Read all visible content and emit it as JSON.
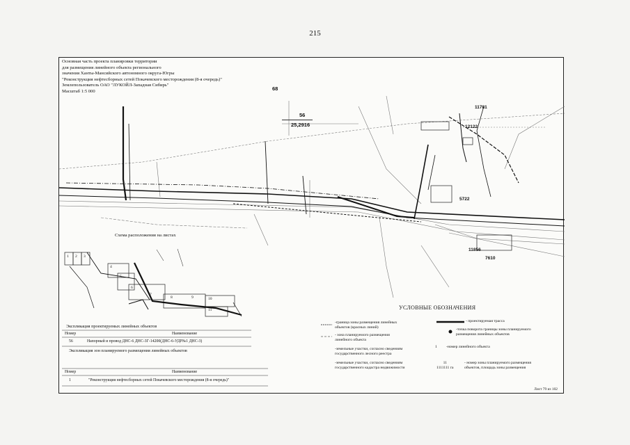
{
  "page_number": "215",
  "header": {
    "lines": [
      "Основная часть проекта планировки территории",
      "для размещения линейного объекта регионального",
      "значения Ханты-Мансийского автономного округа-Югры",
      "\"Реконструкция нефтесборных сетей Покачевского месторождения (8-я очередь)\"",
      "Землепользователь ОАО \"ЛУКОЙЛ-Западная Сибирь\"",
      "Масштаб 1:5 000"
    ]
  },
  "map_labels": {
    "parcel_68": "68",
    "parcel_56": "56",
    "area_56": "25,2916",
    "label_11781": "11781",
    "label_12122": "12122",
    "label_5722": "5722",
    "label_11856": "11856",
    "label_7610": "7610",
    "layout_scheme": "Схема расположения на листах",
    "scheme_cells": [
      "1",
      "2",
      "3",
      "4",
      "5",
      "6",
      "7",
      "8",
      "9",
      "10",
      "11"
    ]
  },
  "legend": {
    "title": "УСЛОВНЫЕ ОБОЗНАЧЕНИЯ",
    "left_items": [
      {
        "text": [
          "-граница зоны размещения линейных",
          "объектов (красных линий)"
        ]
      },
      {
        "text": [
          "- зона планируемого размещения",
          "линейного объекта"
        ]
      },
      {
        "text": [
          "-земельные участки, согласно сведениям",
          "государственного лесного реестра"
        ]
      },
      {
        "text": [
          "-земельные участки, согласно сведениям",
          "государственного кадастра недвижимости"
        ]
      }
    ],
    "right_items": [
      {
        "text": [
          "- проектируемая трасса"
        ]
      },
      {
        "text": [
          "-точка поворота границы зоны планируемого",
          "размещения линейных объектов"
        ]
      },
      {
        "symbol": "1",
        "text": [
          "-номер линейного объекта"
        ]
      },
      {
        "symbol": [
          "11",
          "1111111 га"
        ],
        "text": [
          "- номер зоны планируемого размещения",
          "объектов, площадь зоны размещения"
        ]
      }
    ]
  },
  "table1": {
    "title": "Экспликация проектируемых линейных объектов",
    "headers": [
      "Номер",
      "Наименование"
    ],
    "rows": [
      [
        "56",
        "Напорный и провод ДНС-6 ДНС-3Г-14200(ДНС-6-УДР№1 ДНС-3)"
      ]
    ]
  },
  "table2": {
    "title": "Экспликация зон планируемого размещения линейных объектов",
    "headers": [
      "Номер",
      "Наименование"
    ],
    "rows": [
      [
        "1",
        "\"Реконструкция нефтесборных сетей Покачевского месторождения (8-я очередь)\""
      ]
    ]
  },
  "sheet_number": "Лист 79 из 102",
  "colors": {
    "ink": "#111111",
    "paper": "#fbfbf9",
    "line": "#333333"
  }
}
